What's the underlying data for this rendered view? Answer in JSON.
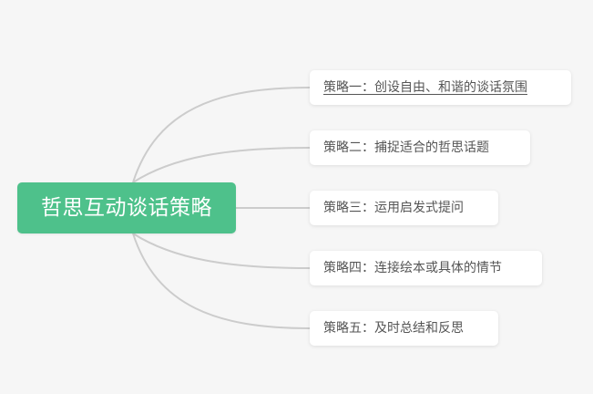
{
  "mindmap": {
    "root": {
      "label": "哲思互动谈话策略",
      "color": "#4ec18b",
      "text_color": "#ffffff"
    },
    "children": [
      {
        "label": "策略一：创设自由、和谐的谈话氛围"
      },
      {
        "label": "策略二：捕捉适合的哲思话题"
      },
      {
        "label": "策略三：运用启发式提问"
      },
      {
        "label": "策略四：连接绘本或具体的情节"
      },
      {
        "label": "策略五：及时总结和反思"
      }
    ],
    "edge_color": "#cccccc",
    "background": "#f6f6f6"
  }
}
